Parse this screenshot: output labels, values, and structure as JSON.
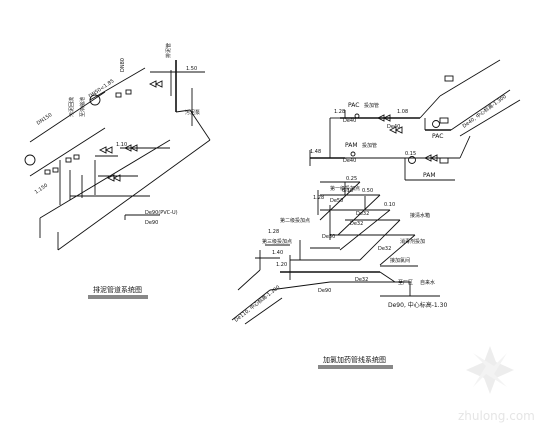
{
  "left_system": {
    "title": "排泥管道系统图",
    "labels": {
      "dn150": "DN150",
      "dn_top": "DN50<1.85",
      "dn80": "DN80",
      "elev_150": "1.50",
      "elev_110": "1.10",
      "elev_1150": "1.150",
      "pvc": "De90(PVC-U)",
      "pvc_sub": "De90",
      "tag_a": "污泥回流",
      "tag_b": "至浓缩池",
      "tag_c": "排泥管",
      "tag_d": "污泥泵"
    }
  },
  "right_system": {
    "title": "加氯加药管线系统图",
    "labels": {
      "pac_top": "PAC",
      "pac_mid": "PAC",
      "pam_top": "PAM",
      "pam_bot": "PAM",
      "pac_top_note": "投加管",
      "pam_note": "投加管",
      "de40_a": "De40",
      "de40_b": "De40",
      "de40_c": "De40",
      "de50_a": "De50",
      "de50_b": "De50",
      "de32_a": "De32",
      "de32_b": "De32",
      "de32_c": "De32",
      "de32_d": "De32",
      "de90_line": "De90",
      "elev_128a": "1.28",
      "elev_128b": "1.28",
      "elev_128c": "1.28",
      "elev_148": "1.48",
      "elev_108": "1.08",
      "elev_015": "0.15",
      "elev_010": "0.10",
      "elev_050": "0.50",
      "elev_025": "0.25",
      "elev_018": "0.18",
      "elev_140": "1.40",
      "elev_120": "1.20",
      "de110_note": "De110, 中心标高-1.300",
      "de90_note": "De90, 中心标高-1.30",
      "pipe_note_a": "De40, 中心标高-1.300",
      "pipe_note_b": "至厂区",
      "pipe_note_c": "自来水",
      "dose_a": "第一级投加点",
      "dose_b": "第二级投加点",
      "dose_c": "第三级投加点",
      "dose_d": "接清水箱",
      "dose_e": "接加氯间",
      "dose_f": "消毒剂投加"
    }
  },
  "watermark": {
    "text": "zhulong.com"
  }
}
